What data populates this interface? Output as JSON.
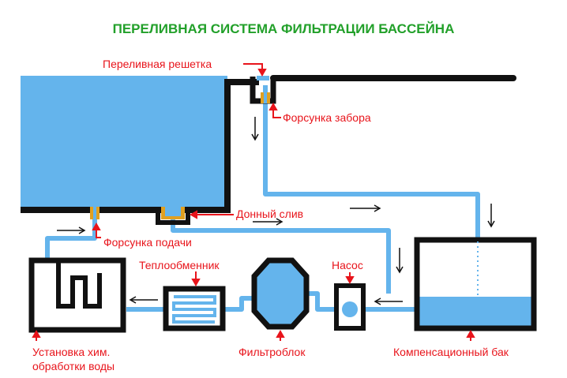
{
  "title": "ПЕРЕЛИВНАЯ СИСТЕМА ФИЛЬТРАЦИИ БАССЕЙНА",
  "labels": {
    "overflow_grate": "Переливная решетка",
    "intake_nozzle": "Форсунка забора",
    "bottom_drain": "Донный слив",
    "supply_nozzle": "Форсунка подачи",
    "heat_exchanger": "Теплообменник",
    "pump": "Насос",
    "chem_unit_line1": "Установка хим.",
    "chem_unit_line2": "обработки воды",
    "filter_block": "Фильтроблок",
    "balance_tank": "Компенсационный бак"
  },
  "colors": {
    "water": "#64b4ec",
    "pipe": "#64b4ec",
    "outline": "#111111",
    "nozzle": "#e0a020",
    "label": "#e8141b",
    "title": "#22a02a"
  }
}
